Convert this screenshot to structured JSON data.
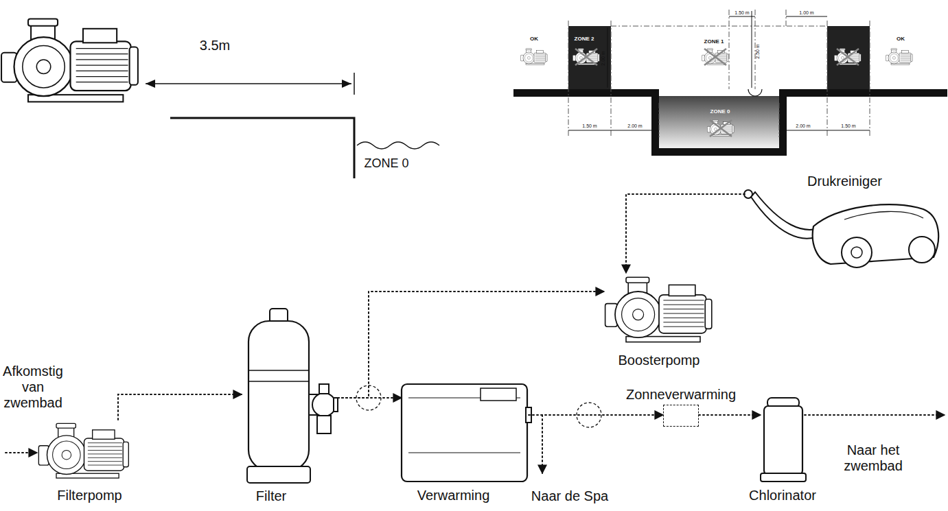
{
  "diagram": {
    "nodes": [
      {
        "text": [
          "Filterpomp"
        ]
      },
      {
        "text": [
          "Filter"
        ]
      },
      {
        "text": [
          "Verwarming"
        ]
      },
      {
        "text": [
          "Boosterpomp"
        ]
      },
      {
        "text": [
          "Drukreiniger"
        ]
      },
      {
        "text": [
          "Zonneverwarming"
        ]
      },
      {
        "text": [
          "Chlorinator"
        ]
      }
    ],
    "edges": [
      {
        "from": 0,
        "to": 1,
        "arrow": "to"
      },
      {
        "from": 1,
        "to": 2,
        "arrow": "to"
      },
      {
        "from": 1,
        "to": 3,
        "arrow": "to"
      },
      {
        "from": 4,
        "to": 3,
        "arrow": "to"
      },
      {
        "from": 2,
        "to": 5,
        "arrow": "to"
      },
      {
        "from": 5,
        "to": 6,
        "arrow": "to"
      }
    ],
    "labels": [
      "3.5m",
      "ZONE 0",
      "OK",
      "ZONE 2",
      "ZONE 1",
      "ZONE 0",
      "OK",
      "1.50 m",
      "2.50 m",
      "1.00 m",
      "2.00 m",
      "1.50 m",
      "2.00 m",
      "2.00 m",
      "1.50 m",
      "Afkomstig van zwembad",
      "Naar de Spa",
      "Naar het zwembad"
    ]
  }
}
